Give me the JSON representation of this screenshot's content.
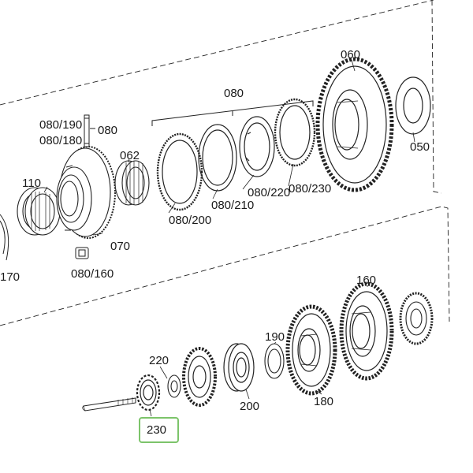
{
  "labels": {
    "p060": "060",
    "p080_top": "080",
    "p080_190": "080/190",
    "p080_180": "080/180",
    "p080_side": "080",
    "p062": "062",
    "p110": "110",
    "p080_200": "080/200",
    "p080_210": "080/210",
    "p080_220": "080/220",
    "p080_230": "080/230",
    "p050": "050",
    "p070": "070",
    "p080_160": "080/160",
    "p170": "170",
    "p160": "160",
    "p190": "190",
    "p220": "220",
    "p200": "200",
    "p180": "180",
    "p230": "230"
  },
  "highlight": {
    "part": "230",
    "color": "#7cc46a"
  }
}
